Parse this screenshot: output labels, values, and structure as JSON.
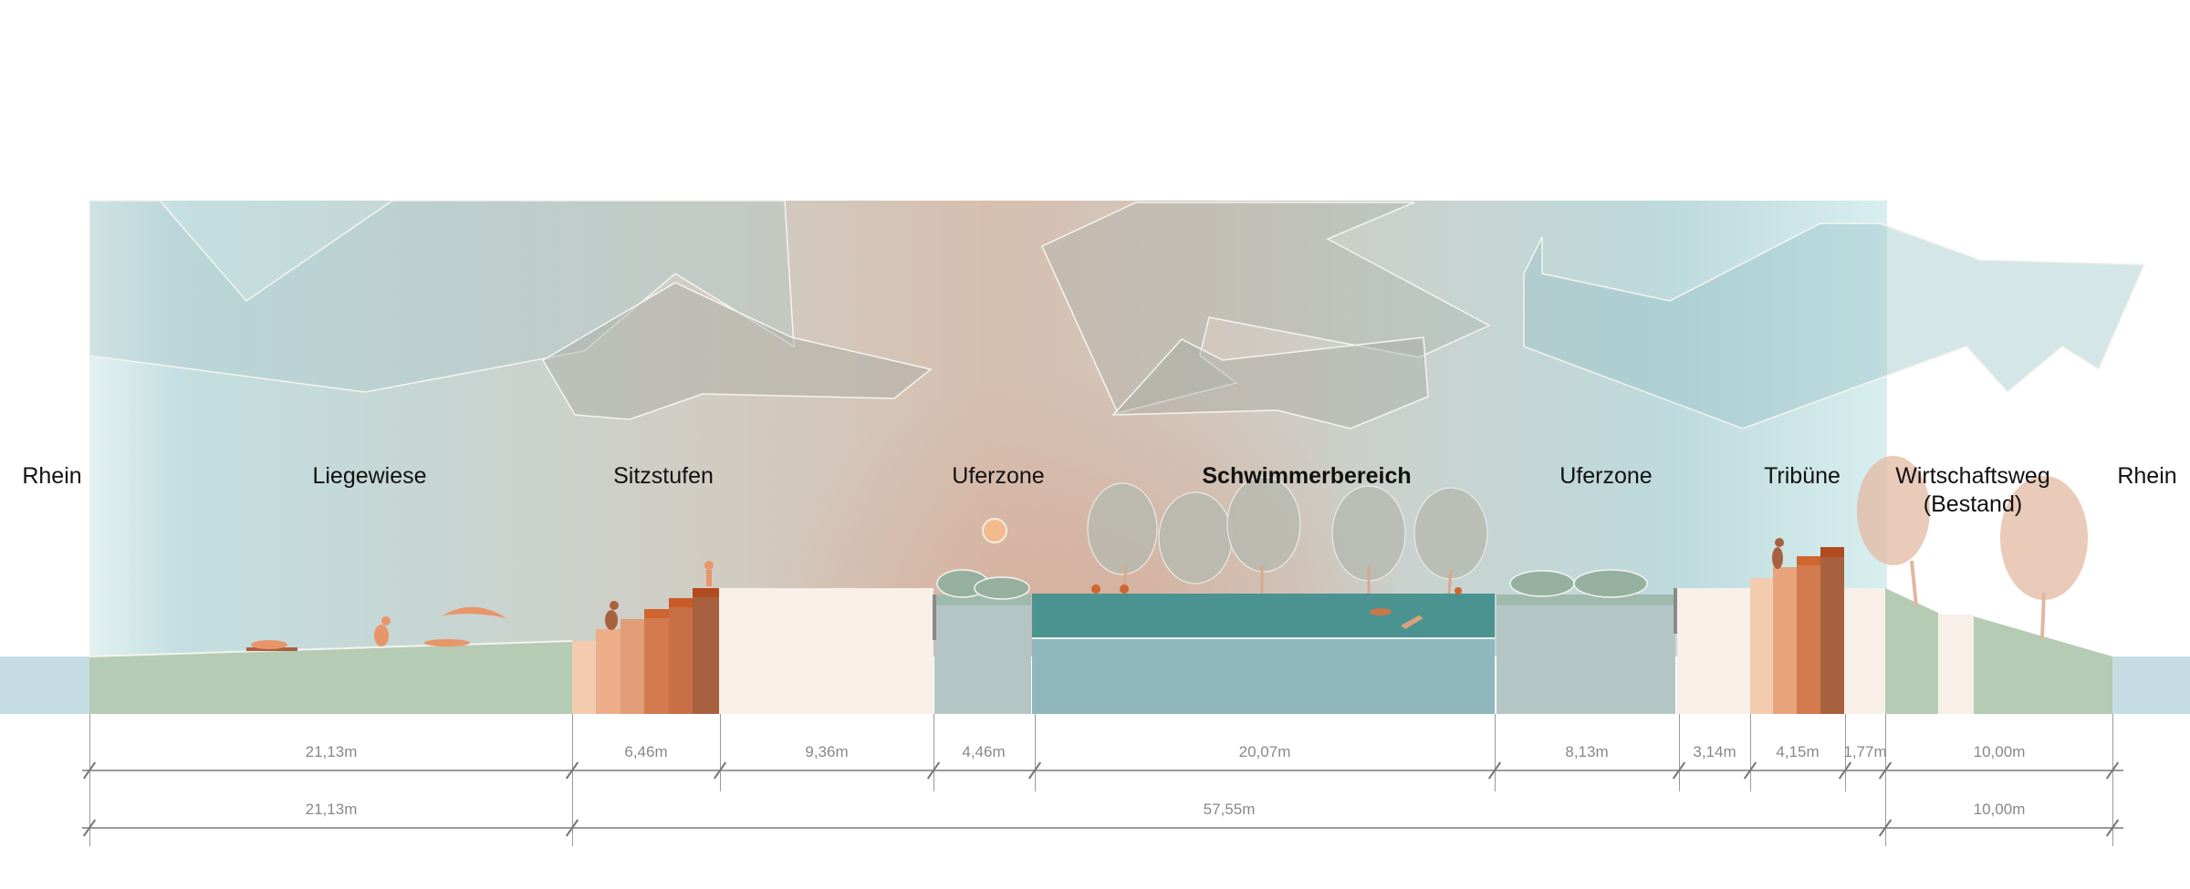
{
  "diagram": {
    "type": "landscape-cross-section",
    "zones": [
      {
        "label": "Rhein",
        "bold": false
      },
      {
        "label": "Liegewiese",
        "bold": false
      },
      {
        "label": "Sitzstufen",
        "bold": false
      },
      {
        "label": "Uferzone",
        "bold": false
      },
      {
        "label": "Schwimmerbereich",
        "bold": true
      },
      {
        "label": "Uferzone",
        "bold": false
      },
      {
        "label": "Tribüne",
        "bold": false
      },
      {
        "label": "Wirtschaftsweg",
        "sublabel": "(Bestand)",
        "bold": false
      },
      {
        "label": "Rhein",
        "bold": false
      }
    ],
    "dimensions_row1": [
      {
        "value": "21,13m"
      },
      {
        "value": "6,46m"
      },
      {
        "value": "9,36m"
      },
      {
        "value": "4,46m"
      },
      {
        "value": "20,07m"
      },
      {
        "value": "8,13m"
      },
      {
        "value": "3,14m"
      },
      {
        "value": "4,15m"
      },
      {
        "value": "1,77m"
      },
      {
        "value": "10,00m"
      }
    ],
    "dimensions_row2": [
      {
        "value": "21,13m"
      },
      {
        "value": "57,55m"
      },
      {
        "value": "10,00m"
      }
    ],
    "colors": {
      "rhein_water": "#c5dde2",
      "meadow_green": "#b5cbb3",
      "pool_water": "#4a9391",
      "pool_depth": "#8fb7bc",
      "shore_zone": "#b3c6c5",
      "terrace_light": "#f8efe8",
      "step_1": "#f3ccb0",
      "step_2": "#e8a27c",
      "step_3": "#d27a4e",
      "step_4": "#c26d45",
      "step_5": "#a8613f",
      "figures": "#e8956a"
    }
  }
}
